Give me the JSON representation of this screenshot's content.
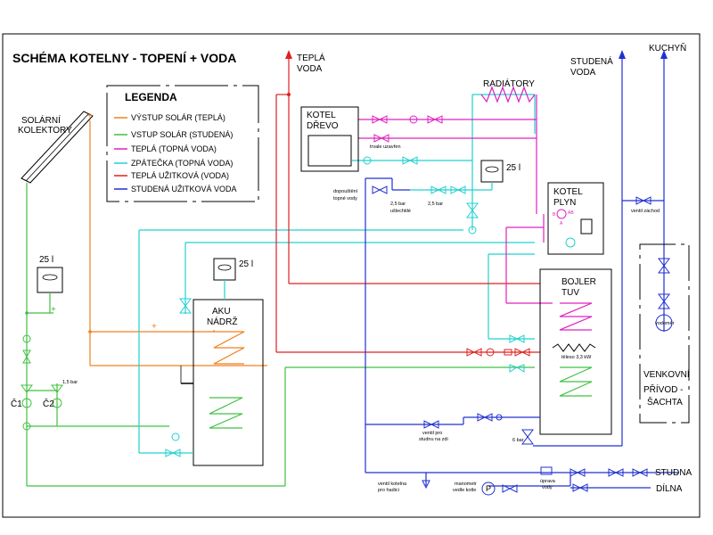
{
  "title": "SCHÉMA KOTELNY - TOPENÍ + VODA",
  "legend": {
    "title": "LEGENDA",
    "items": [
      {
        "label": "VÝSTUP  SOLÁR (TEPLÁ)",
        "color": "#f08020"
      },
      {
        "label": "VSTUP SOLÁR (STUDENÁ)",
        "color": "#40c040"
      },
      {
        "label": "TEPLÁ (TOPNÁ VODA)",
        "color": "#e020c0"
      },
      {
        "label": "ZPÁTEČKA (TOPNÁ VODA)",
        "color": "#20d0d0"
      },
      {
        "label": "TEPLÁ UŽITKOVÁ (VODA)",
        "color": "#e02020"
      },
      {
        "label": "STUDENÁ UŽITKOVÁ VODA",
        "color": "#2030d0"
      }
    ]
  },
  "labels": {
    "solar_1": "SOLÁRNÍ",
    "solar_2": "KOLEKTORY",
    "hot_water_1": "TEPLÁ",
    "hot_water_2": "VODA",
    "cold_water_1": "STUDENÁ",
    "cold_water_2": "VODA",
    "kitchen": "KUCHYŇ",
    "radiators": "RADIÁTORY",
    "wood_boiler_1": "KOTEL",
    "wood_boiler_2": "DŘEVO",
    "gas_boiler_1": "KOTEL",
    "gas_boiler_2": "PLYN",
    "tank_small_1": "25 l",
    "tank_small_2": "25 l",
    "tank_small_3": "25 l",
    "aku_1": "AKU",
    "aku_2": "NÁDRŽ",
    "bojler_1": "BOJLER",
    "bojler_2": "TUV",
    "venkovni_1": "VENKOVNÍ",
    "venkovni_2": "PŘÍVOD -",
    "venkovni_3": "ŠACHTA",
    "studna": "STUDNA",
    "dilna": "DÍLNA",
    "c1": "Č1",
    "c2": "Č2",
    "bar_15": "1,5 bar",
    "trvale_uzavren": "trvale uzavřen",
    "dopousteni_1": "dopouštění",
    "dopousteni_2": "topné vody",
    "bar_25a_1": "2,5 bar",
    "bar_25a_2": "ušlechtilé",
    "bar_25b": "2,5 bar",
    "tleso": "těleso 3,3 kW",
    "ventil_zachod": "ventil záchod",
    "vodomer": "vodoměr",
    "ventil_pro_1": "ventil pro",
    "ventil_pro_2": "studnu na zdi",
    "bar_6": "6 bar",
    "ventil_kotelna_1": "ventil kotelna",
    "ventil_kotelna_2": "pro hadici",
    "manometr_1": "manometr",
    "manometr_2": "vedle kotle",
    "uprava_1": "úprava",
    "uprava_2": "vody",
    "pump_p": "P",
    "mixer_b": "B",
    "mixer_a": "A",
    "mixer_ab": "AB"
  },
  "colors": {
    "orange": "#f08020",
    "green": "#40c040",
    "magenta": "#e020c0",
    "cyan": "#20d0d0",
    "red": "#e02020",
    "blue": "#2030d0",
    "outline": "#000000"
  }
}
